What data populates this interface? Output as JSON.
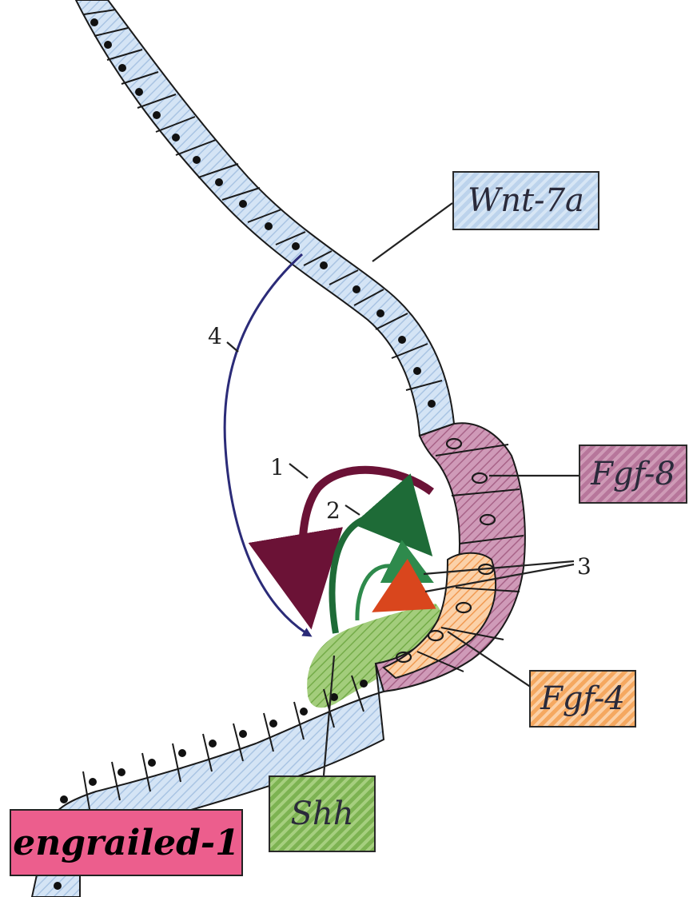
{
  "labels": {
    "wnt": "Wnt-7a",
    "fgf8": "Fgf-8",
    "fgf4": "Fgf-4",
    "shh": "Shh",
    "engrailed": "engrailed-1"
  },
  "arrows": {
    "a1": "1",
    "a2": "2",
    "a3": "3",
    "a4": "4"
  },
  "colors": {
    "ectoderm_blue": "#c9dcf0",
    "aer_purple": "#c289a8",
    "fgf4_orange": "#f8b97c",
    "shh_green": "#8fc266",
    "engrailed_pink": "#ec5e8d",
    "arrow_maroon": "#6b1236",
    "arrow_green": "#1e6b37",
    "arrow_orange": "#d9461d",
    "arrow_navy": "#2b2b78"
  }
}
